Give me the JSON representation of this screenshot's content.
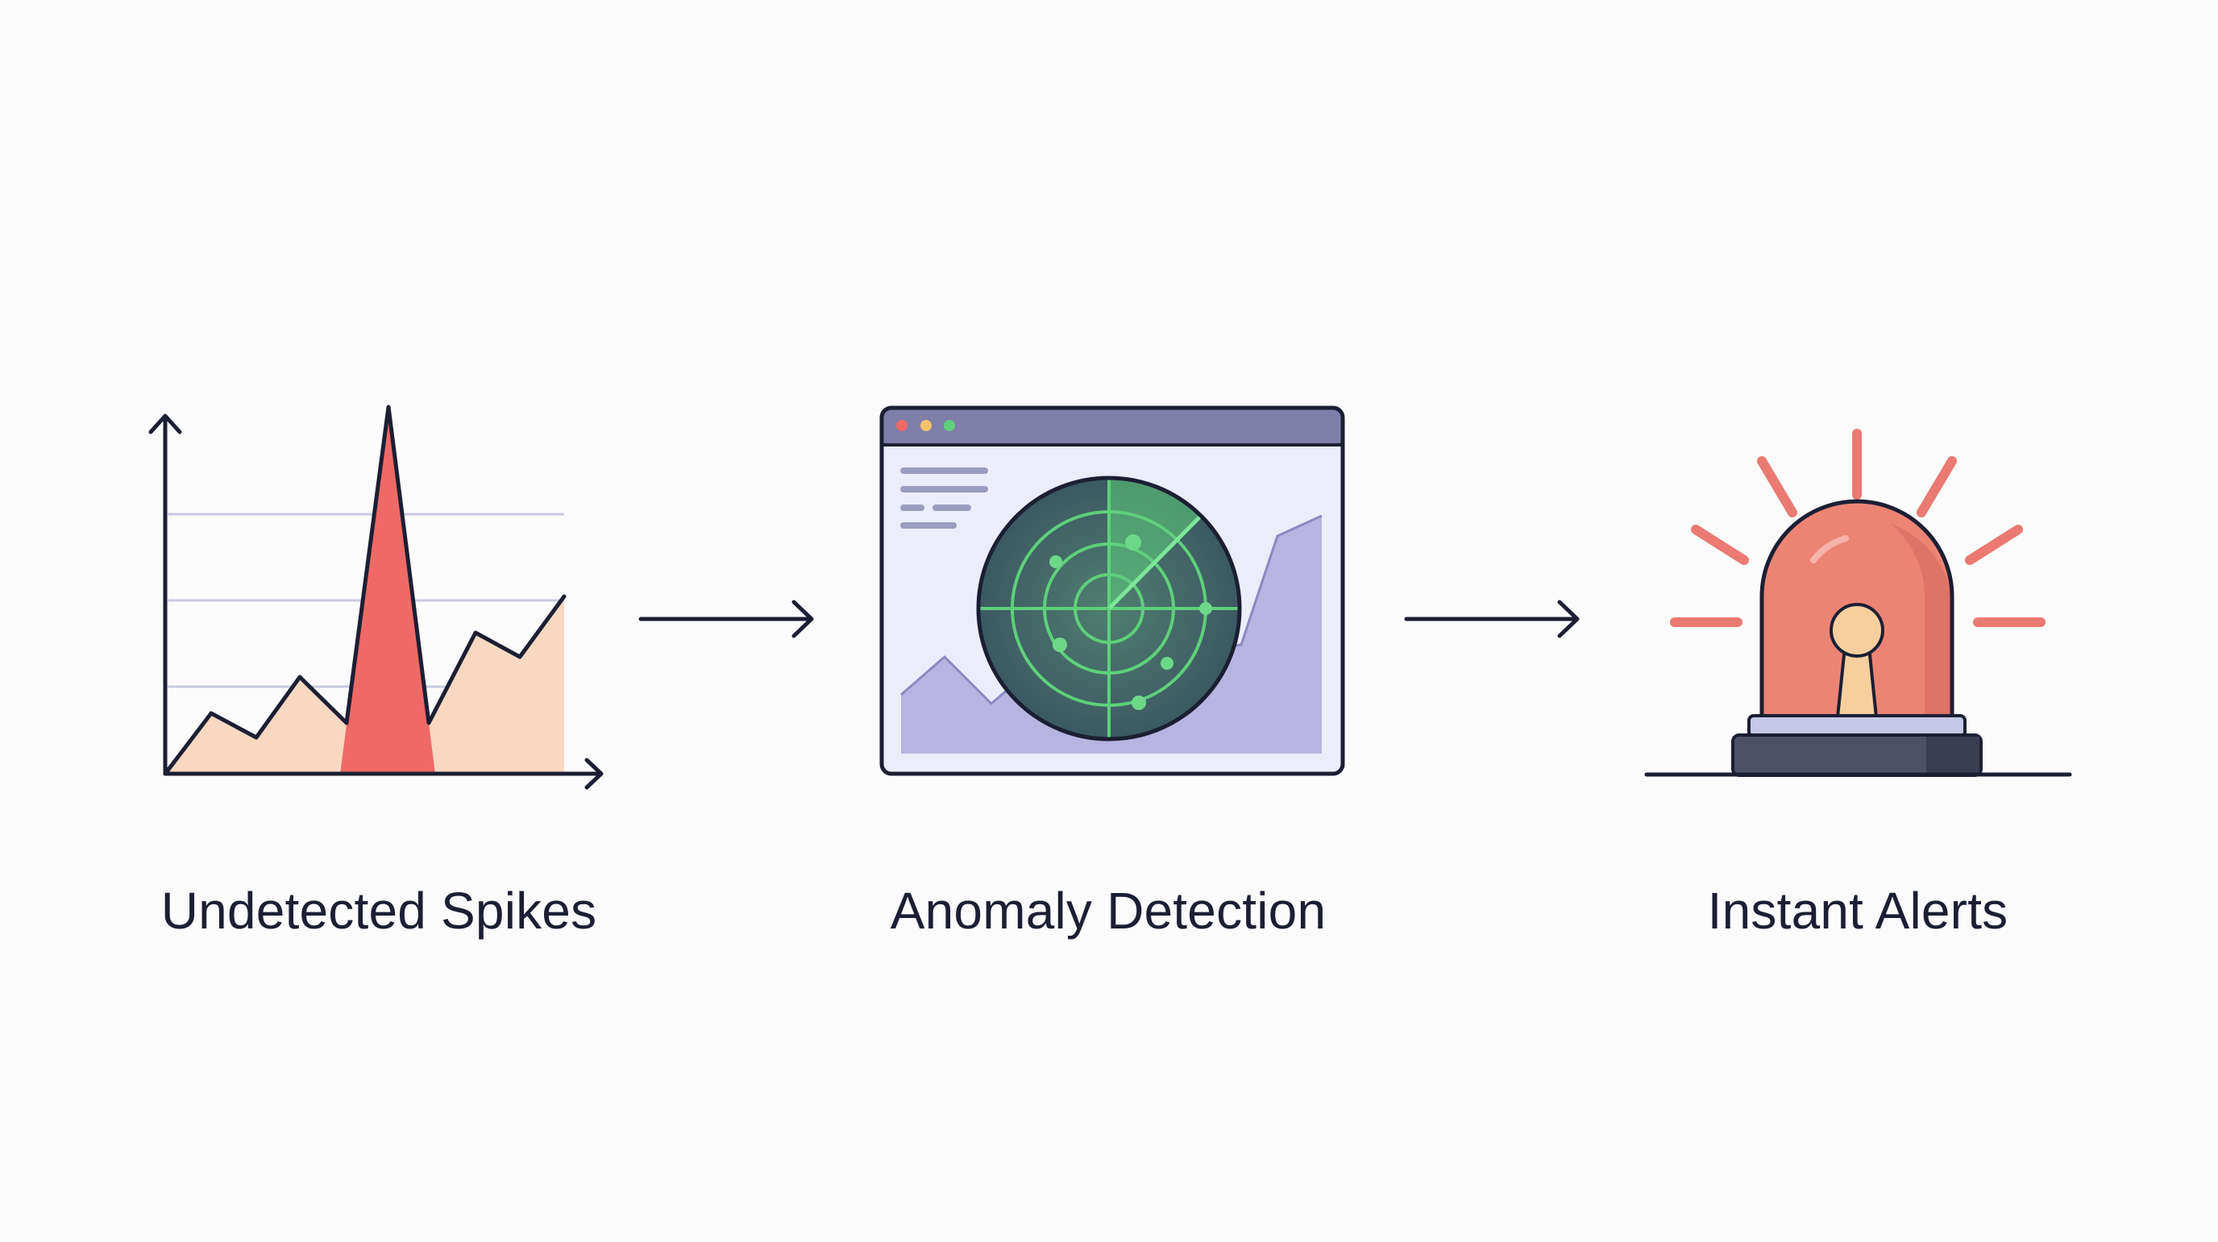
{
  "steps": [
    {
      "label": "Undetected Spikes",
      "icon": "spike-chart-icon"
    },
    {
      "label": "Anomaly Detection",
      "icon": "radar-window-icon"
    },
    {
      "label": "Instant Alerts",
      "icon": "alarm-siren-icon"
    }
  ],
  "connectors": [
    "arrow-right-icon",
    "arrow-right-icon"
  ],
  "colors": {
    "background": "#fbfbfb",
    "ink": "#1c1f33",
    "spike_red": "#ee6a66",
    "area_peach": "#f8d8c0",
    "window_bar": "#7e7ea8",
    "window_bg": "#ebedfb",
    "chart_lavender": "#b7b4e2",
    "radar_dark": "#3d5e63",
    "radar_green": "#5fcf7c",
    "siren_dome": "#ec8474",
    "siren_base": "#4e5068",
    "siren_rays": "#ea7a72"
  }
}
